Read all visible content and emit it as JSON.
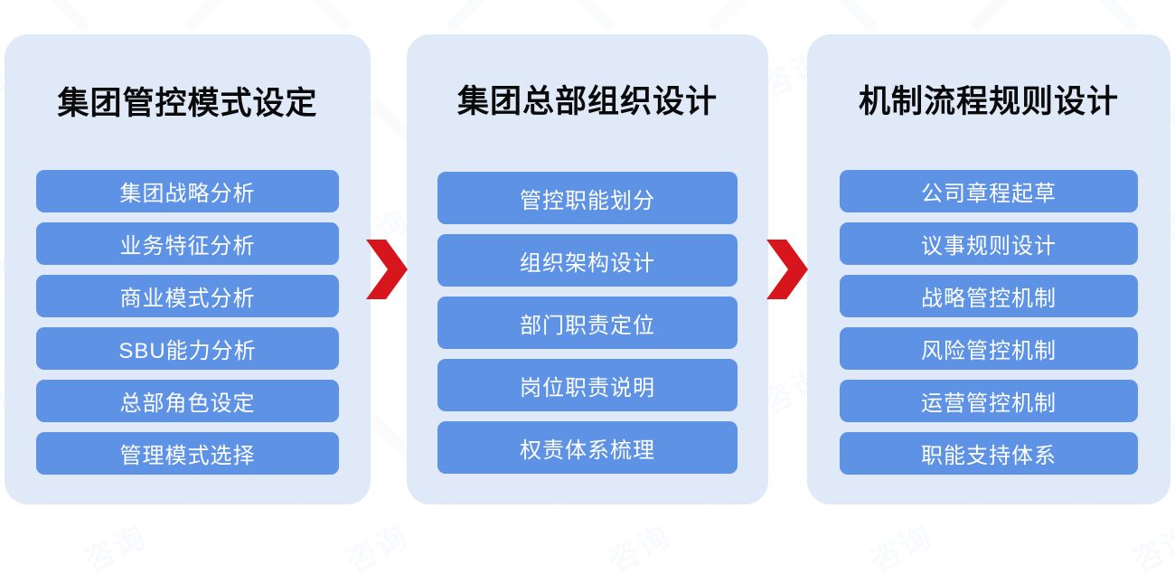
{
  "meta": {
    "theme": {
      "panel_bg": "#dfe9f7",
      "item_bg": "#5e92e4",
      "item_text": "#ffffff",
      "title_text": "#0a0a0a",
      "arrow": "#d7151c",
      "page_bg": "#ffffff"
    }
  },
  "watermark": {
    "text": "咨询",
    "icon": "chevron-watermark"
  },
  "columns": [
    {
      "id": "col-1",
      "title": "集团管控模式设定",
      "items": [
        "集团战略分析",
        "业务特征分析",
        "商业模式分析",
        "SBU能力分析",
        "总部角色设定",
        "管理模式选择"
      ]
    },
    {
      "id": "col-2",
      "title": "集团总部组织设计",
      "items": [
        "管控职能划分",
        "组织架构设计",
        "部门职责定位",
        "岗位职责说明",
        "权责体系梳理"
      ]
    },
    {
      "id": "col-3",
      "title": "机制流程规则设计",
      "items": [
        "公司章程起草",
        "议事规则设计",
        "战略管控机制",
        "风险管控机制",
        "运营管控机制",
        "职能支持体系"
      ]
    }
  ],
  "connectors": [
    {
      "id": "arrow-1",
      "icon": "chevron-right-arrow",
      "from": "col-1",
      "to": "col-2"
    },
    {
      "id": "arrow-2",
      "icon": "chevron-right-arrow",
      "from": "col-2",
      "to": "col-3"
    }
  ]
}
